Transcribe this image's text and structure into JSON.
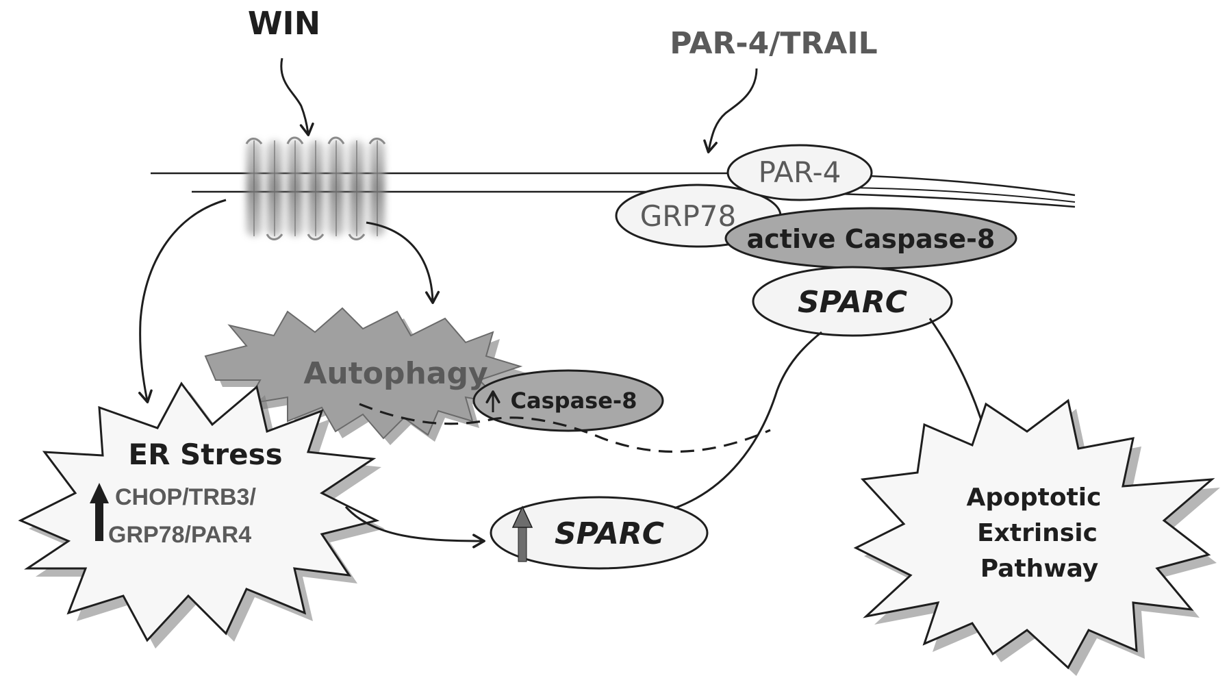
{
  "labels": {
    "win": "WIN",
    "par4_trail": "PAR-4/TRAIL",
    "par4": "PAR-4",
    "grp78": "GRP78",
    "active_caspase8": "active Caspase-8",
    "sparc_top": "SPARC",
    "autophagy": "Autophagy",
    "caspase8": "Caspase-8",
    "er_stress_title": "ER Stress",
    "er_stress_line1": "CHOP/TRB3/",
    "er_stress_line2": "GRP78/PAR4",
    "sparc_bottom": "SPARC",
    "apoptotic_line1": "Apoptotic",
    "apoptotic_line2": "Extrinsic",
    "apoptotic_line3": "Pathway"
  },
  "colors": {
    "ink": "#1e1e1e",
    "text_gray": "#5a5a5a",
    "node_fill": "#f4f4f4",
    "node_dark": "#a8a8a8",
    "burst_gray": "#a0a0a0",
    "burst_light": "#f7f7f7",
    "receptor": "#8c8c8c"
  }
}
